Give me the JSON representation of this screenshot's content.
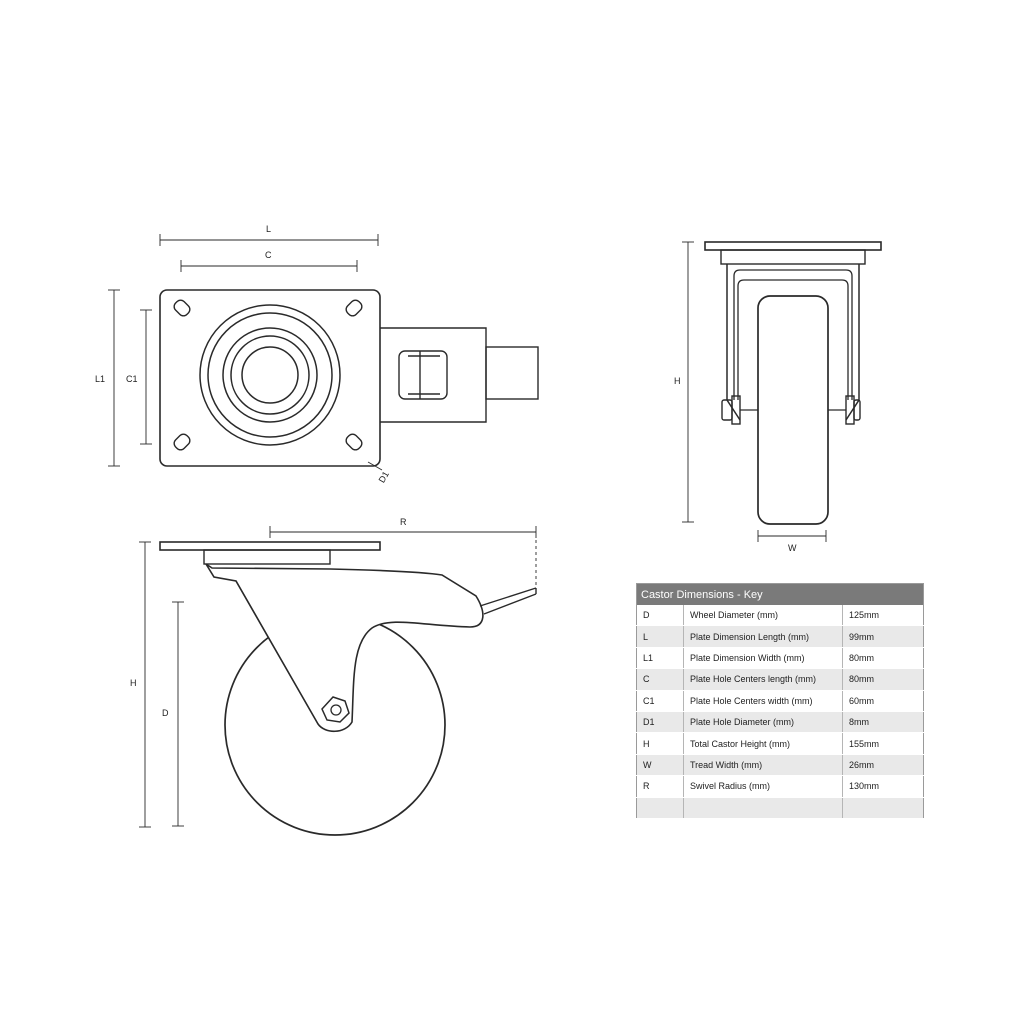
{
  "labels": {
    "L": "L",
    "C": "C",
    "L1": "L1",
    "C1": "C1",
    "D1": "D1",
    "R": "R",
    "H_side": "H",
    "D_side": "D",
    "H_front": "H",
    "W": "W"
  },
  "table": {
    "title": "Castor Dimensions - Key",
    "rows": [
      {
        "key": "D",
        "desc": "Wheel Diameter (mm)",
        "value": "125mm"
      },
      {
        "key": "L",
        "desc": "Plate Dimension Length (mm)",
        "value": "99mm"
      },
      {
        "key": "L1",
        "desc": "Plate Dimension Width (mm)",
        "value": "80mm"
      },
      {
        "key": "C",
        "desc": "Plate Hole Centers length (mm)",
        "value": "80mm"
      },
      {
        "key": "C1",
        "desc": "Plate Hole Centers width (mm)",
        "value": "60mm"
      },
      {
        "key": "D1",
        "desc": "Plate Hole Diameter (mm)",
        "value": "8mm"
      },
      {
        "key": "H",
        "desc": "Total Castor Height (mm)",
        "value": "155mm"
      },
      {
        "key": "W",
        "desc": "Tread Width (mm)",
        "value": "26mm"
      },
      {
        "key": "R",
        "desc": "Swivel Radius (mm)",
        "value": "130mm"
      },
      {
        "key": "",
        "desc": "",
        "value": ""
      }
    ]
  }
}
